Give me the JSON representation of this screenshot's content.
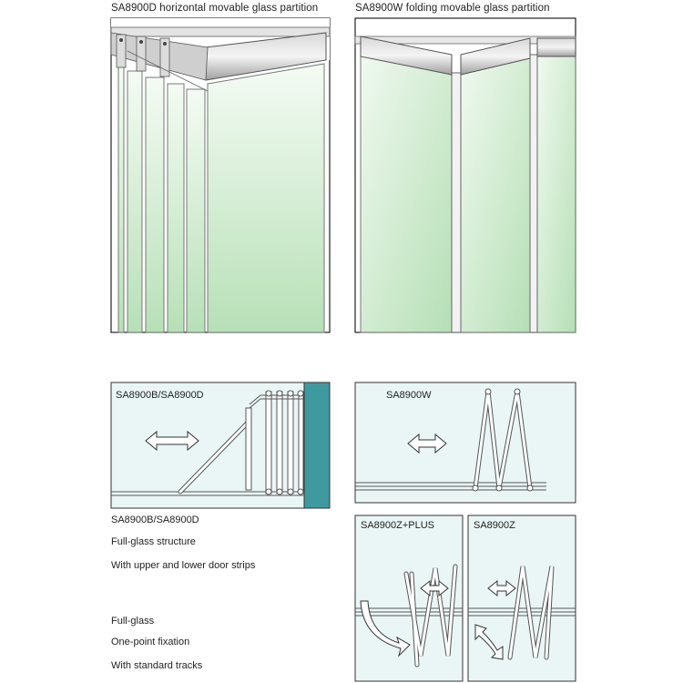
{
  "top_left": {
    "title": "SA8900D horizontal movable glass partition"
  },
  "top_right": {
    "title": "SA8900W folding movable glass partition"
  },
  "panel_b": {
    "label": "SA8900B/SA8900D"
  },
  "panel_w": {
    "label": "SA8900W"
  },
  "panel_zplus": {
    "label": "SA8900Z+PLUS"
  },
  "panel_z": {
    "label": "SA8900Z"
  },
  "description": {
    "heading": "SA8900B/SA8900D",
    "line1": "Full-glass structure",
    "line2": "With upper and lower door strips",
    "line3": "Full-glass",
    "line4": "One-point fixation",
    "line5": "With standard tracks"
  },
  "colors": {
    "glass_top": "#f2faf2",
    "glass_bottom": "#b9e2b9",
    "frame": "#8a8a8a",
    "panel_bg": "#eaf6f6",
    "wall": "#3f9aa0"
  },
  "icons": [
    "double-arrow-icon",
    "rotate-arrow-icon"
  ]
}
